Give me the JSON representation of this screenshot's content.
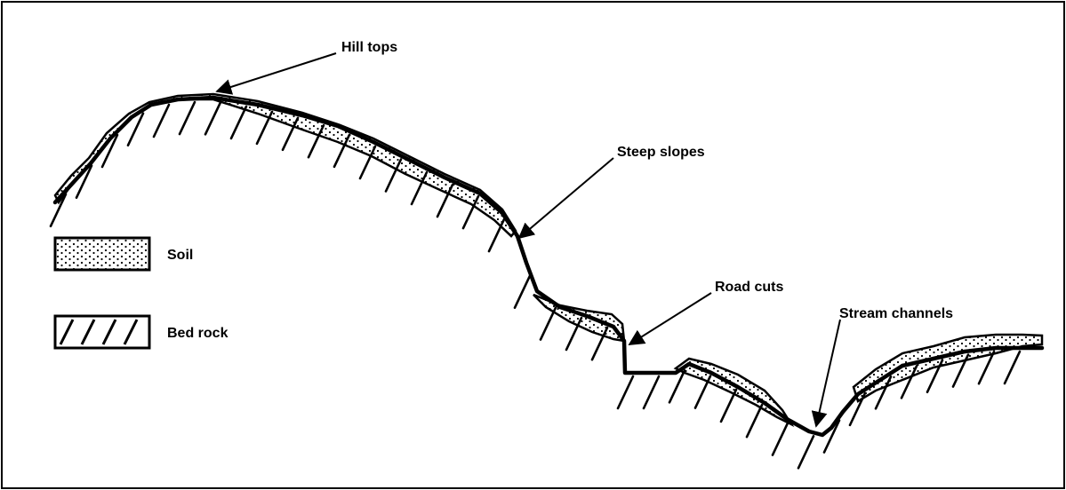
{
  "labels": {
    "hill_tops": "Hill tops",
    "steep_slopes": "Steep slopes",
    "road_cuts": "Road cuts",
    "stream_channels": "Stream channels"
  },
  "legend": {
    "soil": "Soil",
    "bed_rock": "Bed rock"
  },
  "colors": {
    "ink": "#000000",
    "paper": "#ffffff"
  }
}
